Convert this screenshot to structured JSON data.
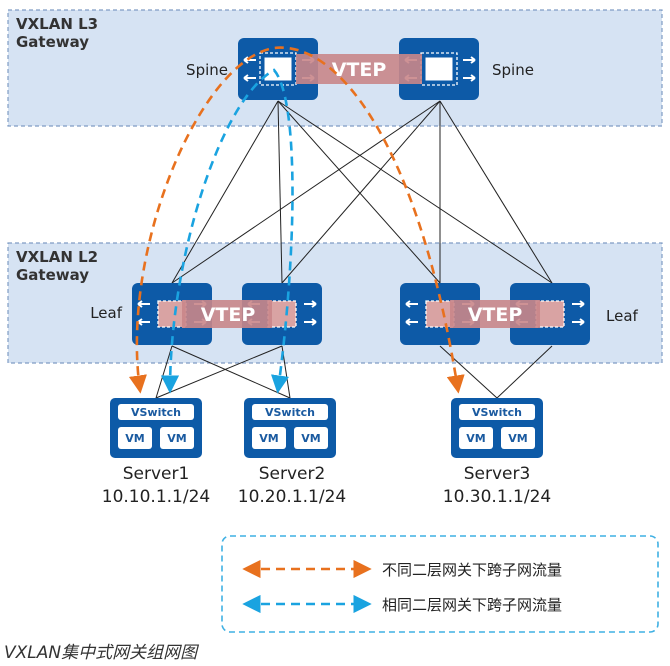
{
  "zones": {
    "l3_title_line1": "VXLAN L3",
    "l3_title_line2": "Gateway",
    "l2_title_line1": "VXLAN L2",
    "l2_title_line2": "Gateway"
  },
  "spine": {
    "left_label": "Spine",
    "right_label": "Spine",
    "vtep_label": "VTEP"
  },
  "leaf": {
    "left_label": "Leaf",
    "right_label": "Leaf",
    "vtep_label_a": "VTEP",
    "vtep_label_b": "VTEP"
  },
  "servers": [
    {
      "name": "Server1",
      "ip": "10.10.1.1/24",
      "vswitch": "VSwitch",
      "vm1": "VM",
      "vm2": "VM"
    },
    {
      "name": "Server2",
      "ip": "10.20.1.1/24",
      "vswitch": "VSwitch",
      "vm1": "VM",
      "vm2": "VM"
    },
    {
      "name": "Server3",
      "ip": "10.30.1.1/24",
      "vswitch": "VSwitch",
      "vm1": "VM",
      "vm2": "VM"
    }
  ],
  "legend": {
    "orange_text": "不同二层网关下跨子网流量",
    "blue_text": "相同二层网关下跨子网流量"
  },
  "caption": "VXLAN集中式网关组网图",
  "colors": {
    "zone_fill": "#d6e3f3",
    "zone_border": "#7f9cc4",
    "device_blue": "#0d5aa7",
    "tunnel": "#c9868a",
    "orange": "#e8711e",
    "cyan": "#1aa3e0"
  }
}
